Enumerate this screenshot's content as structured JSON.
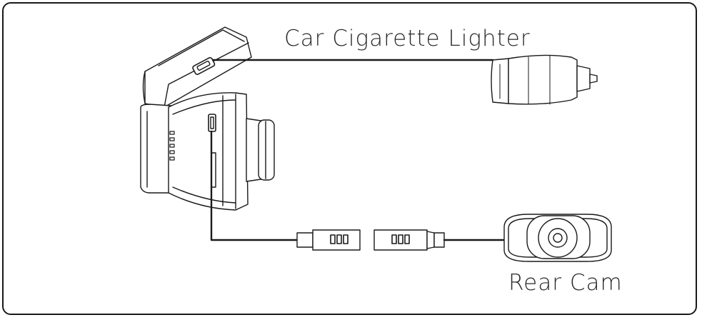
{
  "labels": {
    "car_lighter": "Car Cigarette Lighter",
    "rear_cam": "Rear Cam"
  },
  "components": [
    "dash-cam",
    "car-charger",
    "rear-camera",
    "extension-connector"
  ],
  "colors": {
    "stroke": "#1a1a1a",
    "background": "#ffffff"
  }
}
